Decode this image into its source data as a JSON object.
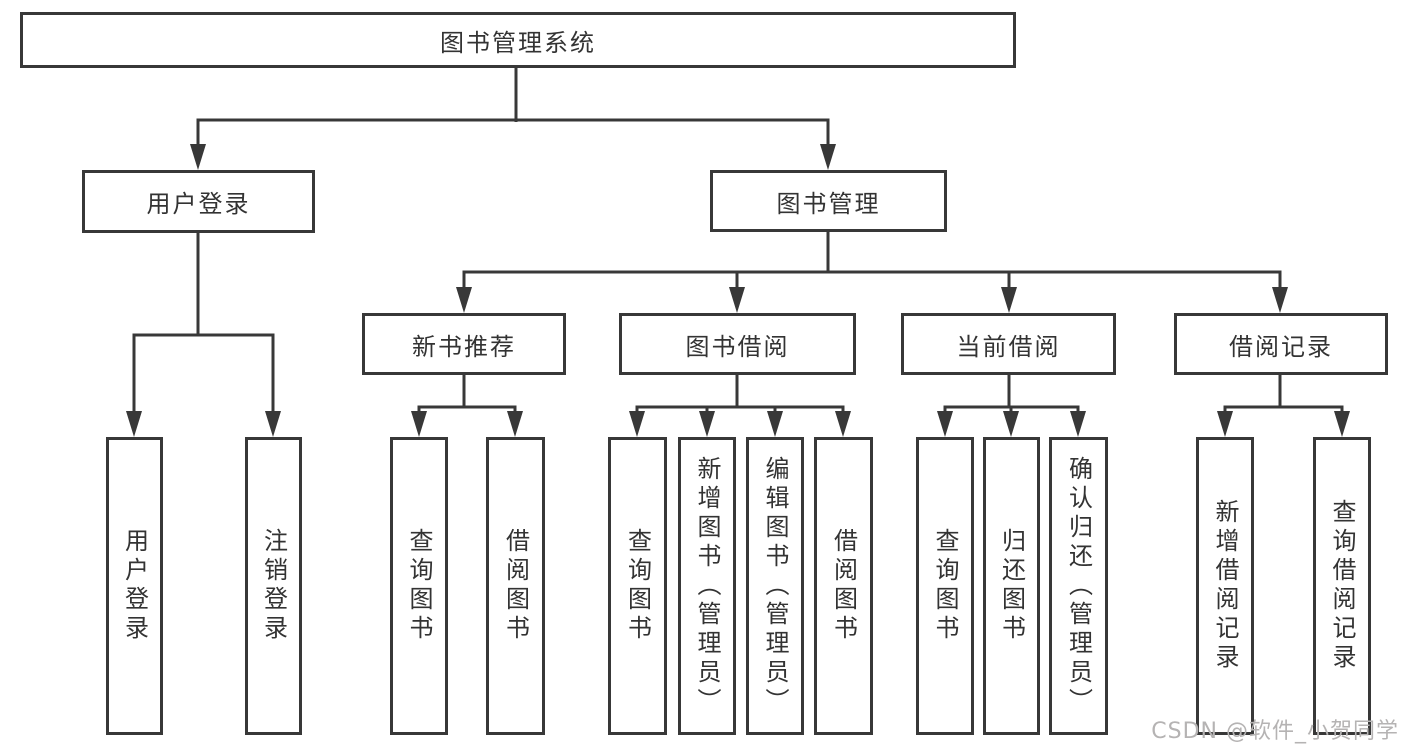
{
  "diagram": {
    "type": "functional-structure-tree",
    "colors": {
      "line": "#383838",
      "box_border": "#383838",
      "box_background": "#ffffff",
      "text": "#333333",
      "watermark": "#b5b3b3",
      "page_background": "#ffffff"
    }
  },
  "tree": {
    "label": "图书管理系统",
    "children": [
      {
        "label": "用户登录",
        "children": [
          {
            "label": "用户登录"
          },
          {
            "label": "注销登录"
          }
        ]
      },
      {
        "label": "图书管理",
        "children": [
          {
            "label": "新书推荐",
            "children": [
              {
                "label": "查询图书"
              },
              {
                "label": "借阅图书"
              }
            ]
          },
          {
            "label": "图书借阅",
            "children": [
              {
                "label": "查询图书"
              },
              {
                "label": "新增图书（管理员）"
              },
              {
                "label": "编辑图书（管理员）"
              },
              {
                "label": "借阅图书"
              }
            ]
          },
          {
            "label": "当前借阅",
            "children": [
              {
                "label": "查询图书"
              },
              {
                "label": "归还图书"
              },
              {
                "label": "确认归还（管理员）"
              }
            ]
          },
          {
            "label": "借阅记录",
            "children": [
              {
                "label": "新增借阅记录"
              },
              {
                "label": "查询借阅记录"
              }
            ]
          }
        ]
      }
    ]
  },
  "watermark": {
    "text": "CSDN @软件_小贺同学"
  }
}
